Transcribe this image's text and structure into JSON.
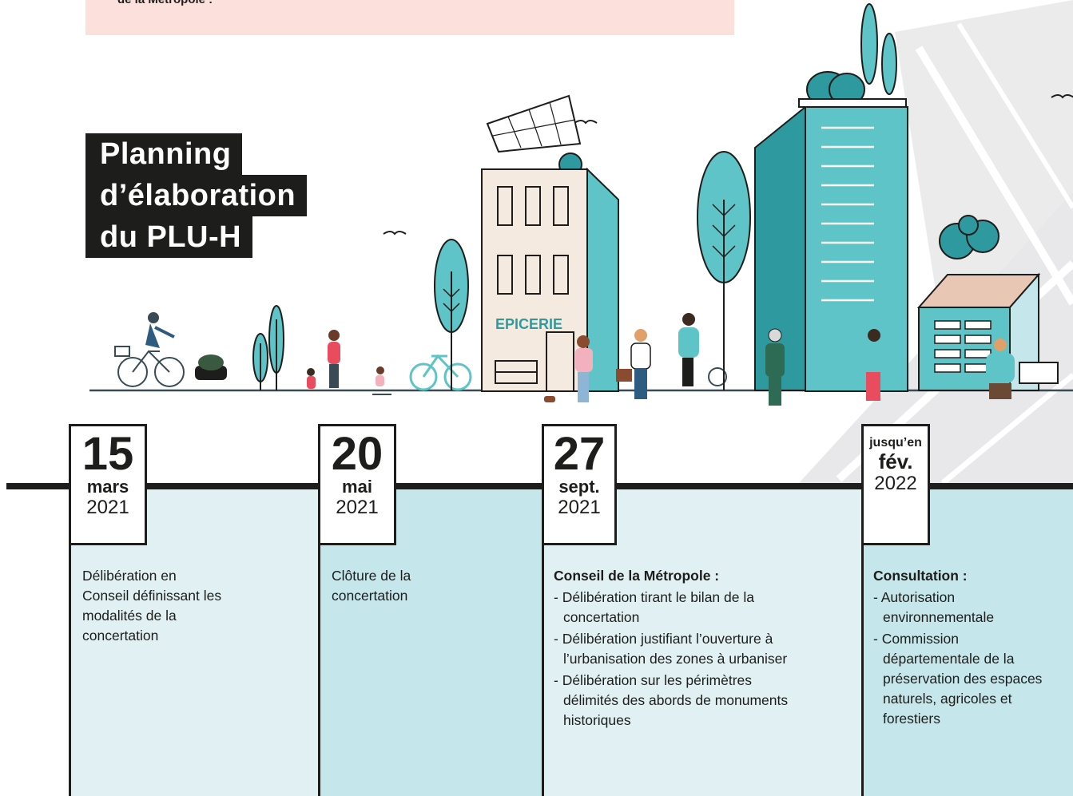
{
  "header": {
    "intro_fragment": "de la Métropole :"
  },
  "title": {
    "line1": "Planning",
    "line2": "d’élaboration",
    "line3": "du PLU-H"
  },
  "scene": {
    "shop_sign": "EPICERIE"
  },
  "timeline": [
    {
      "day": "15",
      "month": "mars",
      "year": "2021",
      "body": "Délibération en Conseil définissant les modalités de la concertation"
    },
    {
      "day": "20",
      "month": "mai",
      "year": "2021",
      "body": "Clôture de la concertation"
    },
    {
      "day": "27",
      "month": "sept.",
      "year": "2021",
      "heading": "Conseil de la Métropole :",
      "bullets": [
        "- Délibération tirant le bilan de la concertation",
        "- Délibération justifiant l’ouverture à l’urbanisation des zones à urbaniser",
        "- Délibération sur les périmètres délimités des abords de monuments historiques"
      ]
    },
    {
      "prefix": "jusqu’en",
      "month": "fév.",
      "year": "2022",
      "heading": "Consultation :",
      "bullets": [
        "- Autorisation environnementale",
        "- Commission départementale de la préservation des espaces naturels, agricoles et forestiers"
      ]
    }
  ],
  "colors": {
    "teal": "#5ec4c8",
    "teal_dark": "#2e9aa0",
    "panel_light": "#e1f1f3",
    "panel_mid": "#c5e6ea",
    "pink_box": "#fbe0dc",
    "ink": "#1d1d1b"
  }
}
